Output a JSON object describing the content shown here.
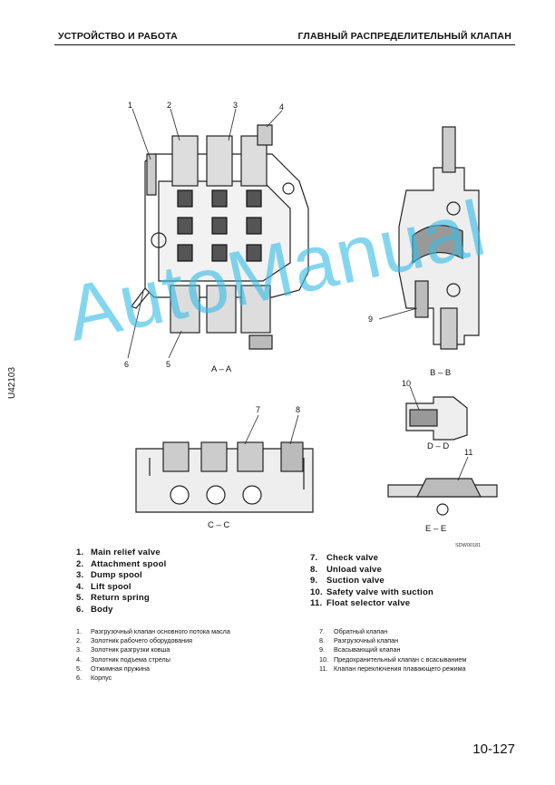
{
  "header": {
    "left": "УСТРОЙСТВО И РАБОТА",
    "right": "ГЛАВНЫЙ РАСПРЕДЕЛИТЕЛЬНЫЙ КЛАПАН"
  },
  "side_code": "U42103",
  "figure": {
    "callouts": [
      "1",
      "2",
      "3",
      "4",
      "5",
      "6",
      "7",
      "8",
      "9",
      "10",
      "11"
    ],
    "section_labels": {
      "aa": "A – A",
      "bb": "B – B",
      "cc": "C – C",
      "dd": "D – D",
      "ee": "E – E"
    },
    "drawing_code": "SDW00181"
  },
  "watermark": "AutoManual",
  "legend_en_left": [
    {
      "num": "1.",
      "text": "Main relief valve"
    },
    {
      "num": "2.",
      "text": "Attachment spool"
    },
    {
      "num": "3.",
      "text": "Dump spool"
    },
    {
      "num": "4.",
      "text": "Lift spool"
    },
    {
      "num": "5.",
      "text": "Return spring"
    },
    {
      "num": "6.",
      "text": "Body"
    }
  ],
  "legend_en_right": [
    {
      "num": "7.",
      "text": "Check valve"
    },
    {
      "num": "8.",
      "text": "Unload valve"
    },
    {
      "num": "9.",
      "text": "Suction valve"
    },
    {
      "num": "10.",
      "text": "Safety valve with suction"
    },
    {
      "num": "11.",
      "text": "Float selector valve"
    }
  ],
  "legend_ru_left": [
    {
      "num": "1.",
      "text": "Разгрузочный клапан основного потока масла"
    },
    {
      "num": "2.",
      "text": "Золотник рабочего оборудования"
    },
    {
      "num": "3.",
      "text": "Золотник разгрузки ковша"
    },
    {
      "num": "4.",
      "text": "Золотник подъема стрелы"
    },
    {
      "num": "5.",
      "text": "Отжимная пружина"
    },
    {
      "num": "6.",
      "text": "Корпус"
    }
  ],
  "legend_ru_right": [
    {
      "num": "7.",
      "text": "Обратный клапан"
    },
    {
      "num": "8.",
      "text": "Разгрузочный клапан"
    },
    {
      "num": "9.",
      "text": "Всасывающий клапан"
    },
    {
      "num": "10.",
      "text": "Предохранительный клапан с всасыванием"
    },
    {
      "num": "11.",
      "text": "Клапан переключения плавающего режима"
    }
  ],
  "page_number": "10-127"
}
